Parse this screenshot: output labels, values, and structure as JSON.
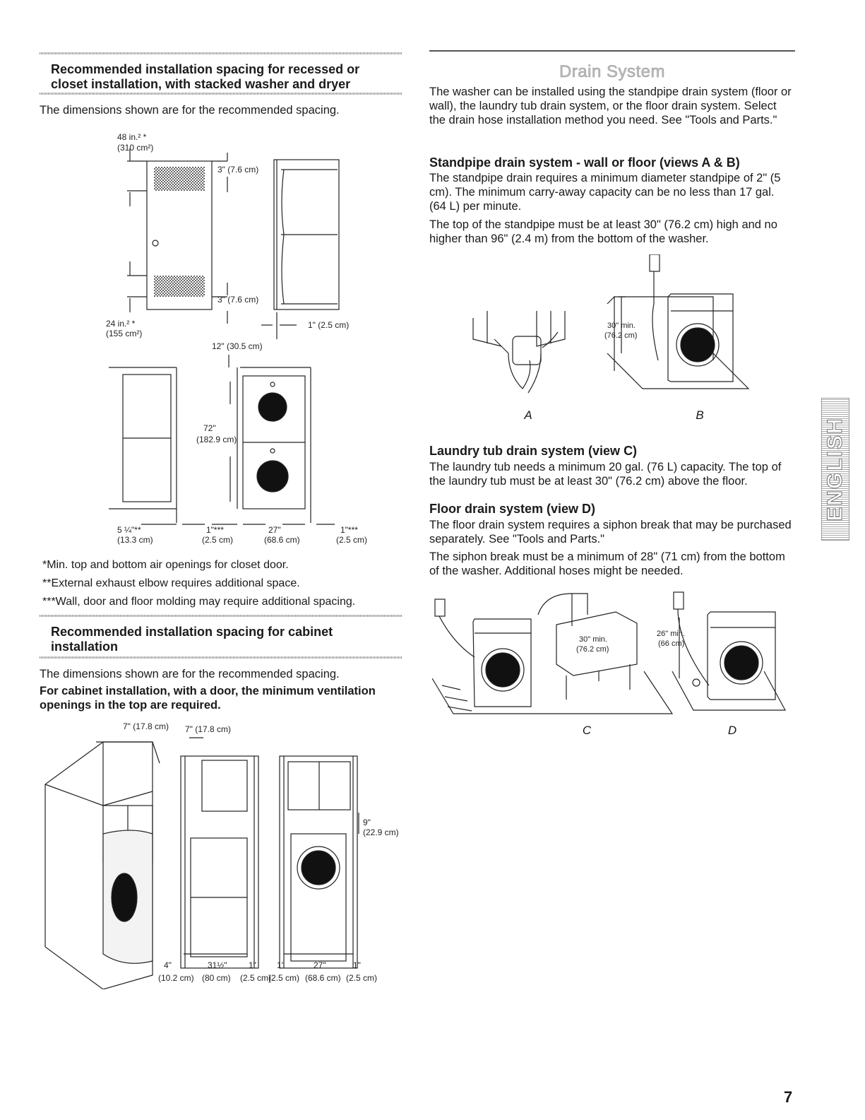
{
  "left": {
    "sec1_heading": "Recommended installation spacing for recessed or closet installation, with stacked washer and dryer",
    "sec1_intro": "The dimensions shown are for the recommended spacing.",
    "fig1": {
      "vent_top_a": "48 in.² *",
      "vent_top_b": "(310 cm²)",
      "gap_top": "3\" (7.6 cm)",
      "gap_bottom": "3\" (7.6 cm)",
      "vent_bottom_a": "24 in.² *",
      "vent_bottom_b": "(155 cm²)",
      "side_gap": "1\" (2.5 cm)",
      "top_gap": "12\" (30.5 cm)",
      "height_a": "72\"",
      "height_b": "(182.9 cm)",
      "dims": [
        {
          "a": "5 ¼\"**",
          "b": "(13.3 cm)"
        },
        {
          "a": "1\"***",
          "b": "(2.5 cm)"
        },
        {
          "a": "27\"",
          "b": "(68.6 cm)"
        },
        {
          "a": "1\"***",
          "b": "(2.5 cm)"
        }
      ]
    },
    "notes": [
      "*Min. top and bottom air openings for closet door.",
      "**External exhaust elbow requires additional space.",
      "***Wall, door and floor molding may require additional spacing."
    ],
    "sec2_heading": "Recommended installation spacing for cabinet installation",
    "sec2_intro": "The dimensions shown are for the recommended spacing.",
    "sec2_bold": "For cabinet installation, with a door, the minimum ventilation openings in the top are required.",
    "fig2": {
      "top_a": "7\" (17.8 cm)",
      "top_b": "7\" (17.8 cm)",
      "right_a": "9\"",
      "right_b": "(22.9 cm)",
      "dims": [
        {
          "a": "4\"",
          "b": "(10.2 cm)"
        },
        {
          "a": "31½\"",
          "b": "(80 cm)"
        },
        {
          "a": "1\"",
          "b": "(2.5 cm)"
        },
        {
          "a": "1\"",
          "b": "(2.5 cm)"
        },
        {
          "a": "27\"",
          "b": "(68.6 cm)"
        },
        {
          "a": "1\"",
          "b": "(2.5 cm)"
        }
      ]
    }
  },
  "right": {
    "title": "Drain System",
    "intro": "The washer can be installed using the standpipe drain system (floor or wall), the laundry tub drain system, or the floor drain system. Select the drain hose installation method you need. See \"Tools and Parts.\"",
    "standpipe_heading": "Standpipe drain system - wall or floor (views A & B)",
    "standpipe_p1": "The standpipe drain requires a minimum diameter standpipe of 2\" (5 cm). The minimum carry-away capacity can be no less than 17 gal. (64 L) per minute.",
    "standpipe_p2": "The top of the standpipe must be at least 30\" (76.2 cm) high and no higher than 96\" (2.4 m) from the bottom of the washer.",
    "figAB": {
      "min_a": "30\" min.",
      "min_b": "(76.2 cm)",
      "cap_a": "A",
      "cap_b": "B"
    },
    "tub_heading": "Laundry tub drain system (view C)",
    "tub_p": "The laundry tub needs a minimum 20 gal. (76 L) capacity. The top of the laundry tub must be at least 30\" (76.2 cm) above the floor.",
    "floor_heading": "Floor drain system (view D)",
    "floor_p1": "The floor drain system requires a siphon break that may be purchased separately. See \"Tools and Parts.\"",
    "floor_p2": "The siphon break must be a minimum of 28\" (71 cm) from the bottom of the washer. Additional hoses might be needed.",
    "figCD": {
      "c_min_a": "30\" min.",
      "c_min_b": "(76.2 cm)",
      "d_min_a": "26\" min.",
      "d_min_b": "(66 cm)",
      "cap_c": "C",
      "cap_d": "D"
    }
  },
  "side_tab": "ENGLISH",
  "page_number": "7"
}
